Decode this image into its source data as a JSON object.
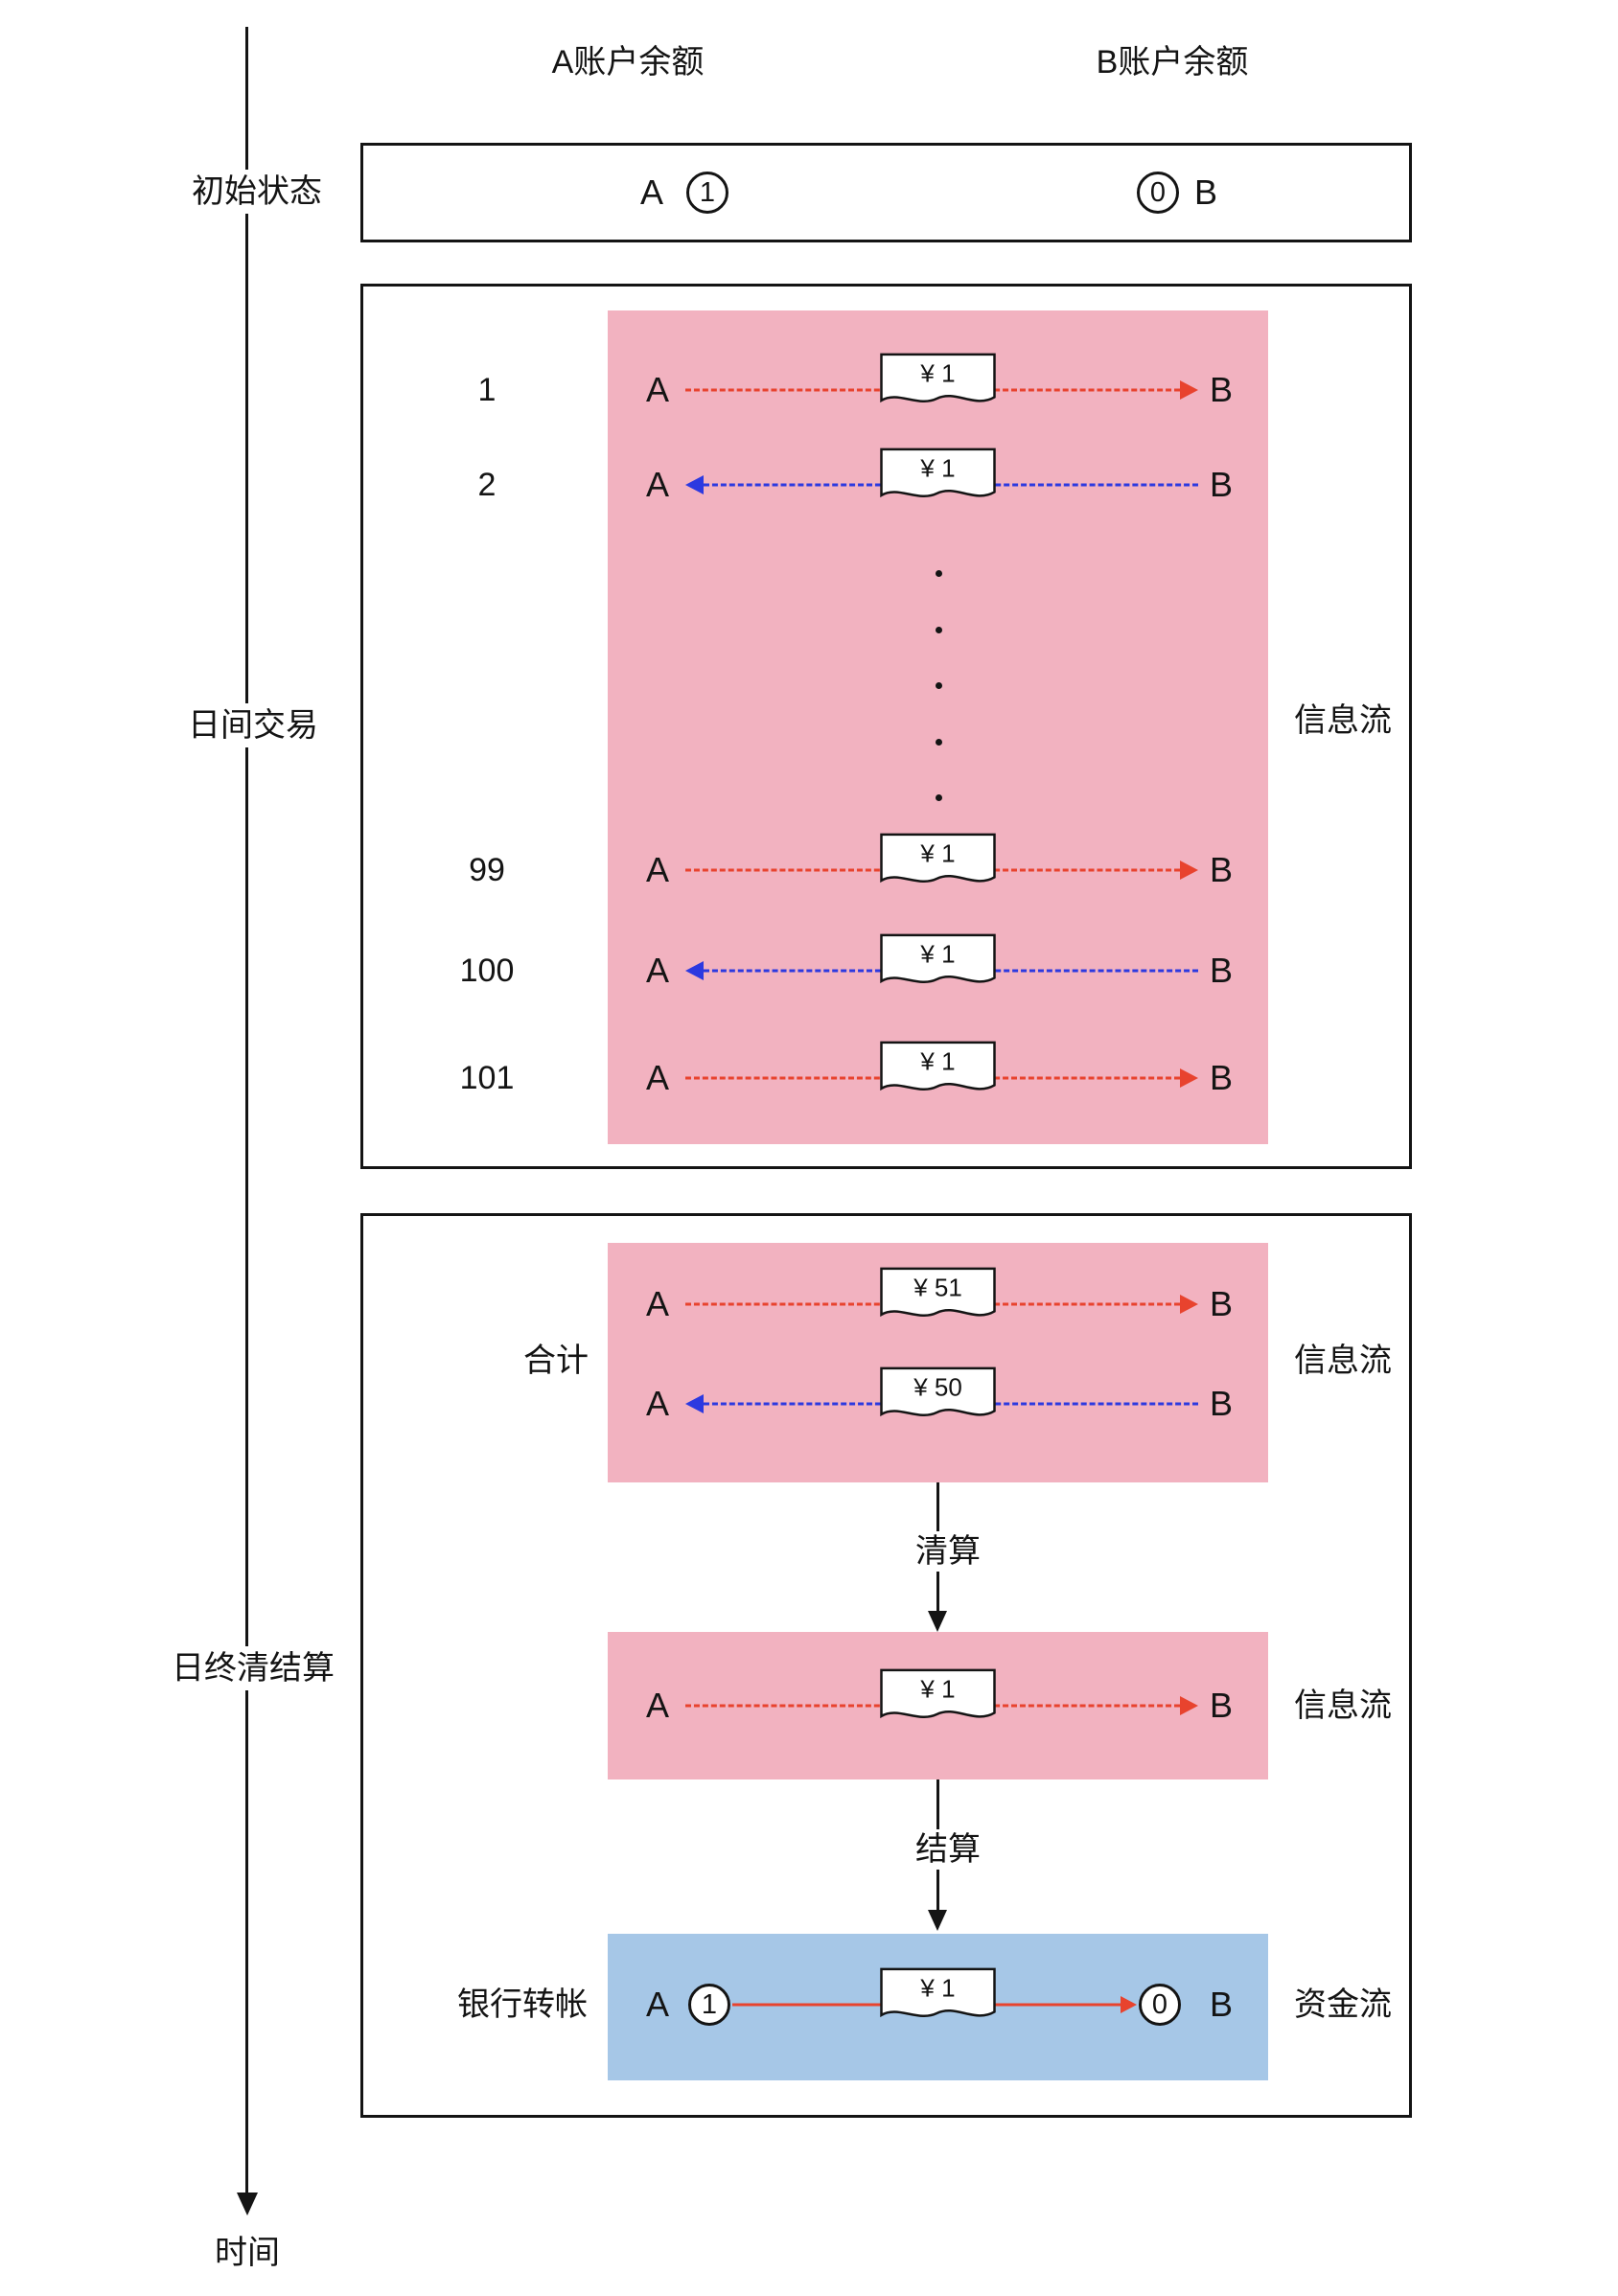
{
  "colors": {
    "pink": "#f2b2c0",
    "bluebg": "#a6c7e7",
    "red": "#e8432e",
    "blue": "#2c39e0",
    "ink": "#141414"
  },
  "headers": {
    "col_a": "A账户余额",
    "col_b": "B账户余额"
  },
  "stages": {
    "initial": "初始状态",
    "daytime": "日间交易",
    "eod": "日终清结算"
  },
  "timeline": {
    "label": "时间"
  },
  "initial_state": {
    "a_label": "A",
    "a_balance": "1",
    "b_balance": "0",
    "b_label": "B"
  },
  "daytime": {
    "flow_label": "信息流",
    "rows": [
      {
        "num": "1",
        "from": "A",
        "to": "B",
        "amount": "¥ 1",
        "direction": "A_to_B"
      },
      {
        "num": "2",
        "from": "A",
        "to": "B",
        "amount": "¥ 1",
        "direction": "B_to_A"
      },
      {
        "num": "99",
        "from": "A",
        "to": "B",
        "amount": "¥ 1",
        "direction": "A_to_B"
      },
      {
        "num": "100",
        "from": "A",
        "to": "B",
        "amount": "¥ 1",
        "direction": "B_to_A"
      },
      {
        "num": "101",
        "from": "A",
        "to": "B",
        "amount": "¥ 1",
        "direction": "A_to_B"
      }
    ]
  },
  "eod": {
    "total_label": "合计",
    "total_rows": [
      {
        "from": "A",
        "to": "B",
        "amount": "¥ 51",
        "direction": "A_to_B"
      },
      {
        "from": "A",
        "to": "B",
        "amount": "¥ 50",
        "direction": "B_to_A"
      }
    ],
    "info_flow_label_totals": "信息流",
    "clearing_label": "清算",
    "net_row": {
      "from": "A",
      "to": "B",
      "amount": "¥ 1",
      "direction": "A_to_B"
    },
    "info_flow_label_net": "信息流",
    "settlement_label": "结算",
    "bank_transfer_label": "银行转帐",
    "bank_row": {
      "from": "A",
      "from_balance": "1",
      "amount": "¥ 1",
      "to_balance": "0",
      "to": "B"
    },
    "funds_flow_label": "资金流"
  }
}
